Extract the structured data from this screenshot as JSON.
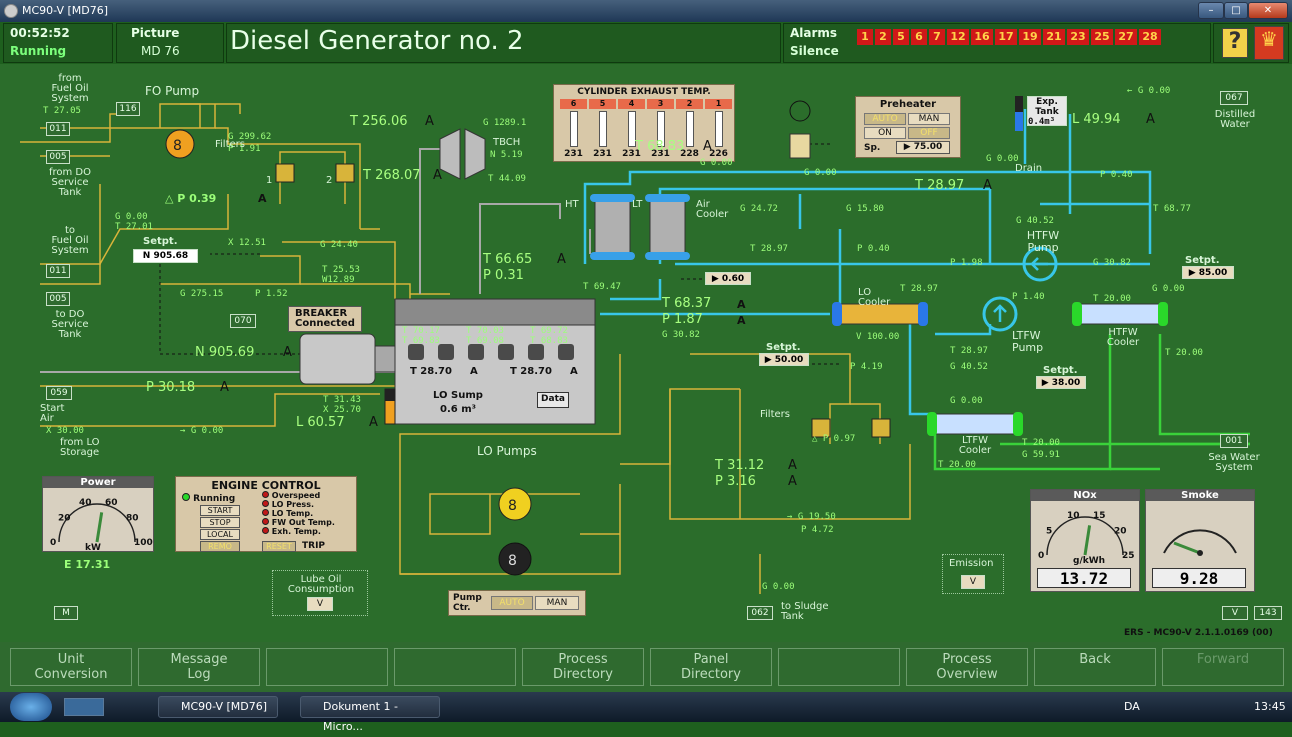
{
  "window": {
    "title": "MC90-V [MD76]"
  },
  "header": {
    "time": "00:52:52",
    "status": "Running",
    "picture_label": "Picture",
    "picture_id": "MD 76",
    "title": "Diesel Generator no. 2",
    "alarms_label": "Alarms",
    "silence_label": "Silence",
    "alarm_numbers": [
      "1",
      "2",
      "5",
      "6",
      "7",
      "12",
      "16",
      "17",
      "19",
      "21",
      "23",
      "25",
      "27",
      "28"
    ]
  },
  "fuel": {
    "from_fuel_oil": "from\nFuel Oil\nSystem",
    "t_fuel_in": "T 27.05",
    "box_011a": "011",
    "box_116": "116",
    "box_005a": "005",
    "from_do": "from DO\nService\nTank",
    "fo_pump_label": "FO Pump",
    "g_fo": "G 299.62",
    "p_fo": "P 1.91",
    "filters_label": "Filters",
    "dp_filters": "△ P 0.39",
    "dp_unit": "A",
    "g_return": "G 0.00",
    "t_return": "T 27.01",
    "to_fuel_oil": "to\nFuel Oil\nSystem",
    "box_011b": "011",
    "box_005b": "005",
    "to_do": "to DO\nService\nTank",
    "setpt_label": "Setpt.",
    "setpt_n": "N 905.68",
    "x_rack": "X 12.51",
    "g_inj": "G 24.40",
    "t_inj": "T 25.53",
    "w_inj": "W12.89",
    "g_rec": "G 275.15",
    "p_rec": "P 1.52",
    "filter1": "1",
    "filter2": "2"
  },
  "turbo": {
    "t_in": "T 256.06",
    "a1": "A",
    "t_after": "T 268.07",
    "a2": "A",
    "g_tbch": "G 1289.1",
    "tbch": "TBCH",
    "n_tbch": "N 5.19",
    "t_44": "T 44.09"
  },
  "exhaust": {
    "title": "CYLINDER EXHAUST TEMP.",
    "cyl_numbers": [
      "6",
      "5",
      "4",
      "3",
      "2",
      "1"
    ],
    "temps": [
      "231",
      "231",
      "231",
      "231",
      "228",
      "226"
    ]
  },
  "preheater": {
    "title": "Preheater",
    "auto": "AUTO",
    "man": "MAN",
    "on": "ON",
    "off": "OFF",
    "sp_label": "Sp.",
    "sp_value": "▶ 75.00",
    "g_pre": "G 0.00"
  },
  "exp_tank": {
    "title": "Exp.\nTank",
    "vol": "0.4m³",
    "level": "L 49.94",
    "unit": "A",
    "g_drain": "G 0.00",
    "g_top": "← G 0.00",
    "drain": "Drain",
    "box_067": "067",
    "distilled": "Distilled\nWater",
    "p_040": "P 0.40"
  },
  "cooling": {
    "t_6883": "T 68.83",
    "a": "A",
    "g_000": "G 0.00",
    "t_2897": "T 28.97",
    "a2": "A",
    "ht_label": "HT",
    "lt_label": "LT",
    "air_cooler": "Air\nCooler",
    "g_2472": "G 24.72",
    "g_1580": "G 15.80",
    "g_4052": "G 40.52",
    "t_6877": "T 68.77",
    "t_2897b": "T 28.97",
    "p_040": "P 0.40",
    "p_198": "P 1.98",
    "htfw_pump": "HTFW\nPump",
    "g_3082": "G 30.82",
    "setpt_label": "Setpt.",
    "setpt_ht": "▶ 85.00",
    "g_ht0": "G 0.00",
    "t_6665": "T 66.65",
    "a3": "A",
    "p_031": "P 0.31",
    "box_060": "▶ 0.60",
    "t_6947": "T 69.47",
    "t_6837": "T 68.37",
    "a4": "A",
    "p_187": "P 1.87",
    "a5": "A",
    "g_3082b": "G 30.82",
    "lo_cooler": "LO\nCooler",
    "t_2897c": "T 28.97",
    "p_140": "P 1.40",
    "t_2000": "T 20.00",
    "htfw_cooler": "HTFW\nCooler",
    "t_2000b": "T 20.00",
    "v_10000": "V 100.00",
    "setpt_lo_label": "Setpt.",
    "setpt_lo": "▶ 50.00",
    "p_419": "P 4.19",
    "ltfw_pump": "LTFW\nPump",
    "t_2897d": "T 28.97",
    "g_4052b": "G 40.52",
    "setpt_lt_label": "Setpt.",
    "setpt_lt": "▶ 38.00",
    "filters": "Filters",
    "dp_097": "△ P 0.97",
    "g_000c": "G 0.00",
    "ltfw_cooler": "LTFW\nCooler",
    "t_2000c": "T 20.00",
    "g_5991": "G 59.91",
    "t_2000d": "T 20.00",
    "box_001": "001",
    "sea_water": "Sea Water\nSystem"
  },
  "engine": {
    "breaker_label": "BREAKER",
    "breaker_state": "Connected",
    "box_070": "070",
    "n_speed": "N 905.69",
    "a": "A",
    "cyl_t": [
      "T 70.17",
      "T 70.03",
      "T 69.72"
    ],
    "cyl_p": [
      "T 69.83",
      "T 69.08",
      "T 68.83"
    ],
    "t_2870a": "T 28.70",
    "a1": "A",
    "t_2870b": "T 28.70",
    "a2": "A",
    "lo_sump": "LO Sump",
    "sump_vol": "0.6 m³",
    "data_btn": "Data",
    "box_059": "059",
    "p_air": "P 30.18",
    "a3": "A",
    "start_air": "Start\nAir",
    "x_3000": "X 30.00",
    "g_000": "→ G 0.00",
    "from_lo": "from LO\nStorage",
    "t_3143": "T 31.43",
    "x_2570": "X 25.70",
    "l_6057": "L 60.57",
    "a4": "A"
  },
  "lo_pumps": {
    "title": "LO Pumps",
    "t_3112": "T 31.12",
    "a": "A",
    "p_316": "P 3.16",
    "a2": "A",
    "g_1950": "→ G 19.50",
    "p_472": "P 4.72",
    "g_000": "G 0.00",
    "box_062": "062",
    "sludge": "to Sludge\nTank",
    "pump_ctr": "Pump\nCtr.",
    "auto": "AUTO",
    "man": "MAN"
  },
  "power": {
    "title": "Power",
    "ticks": [
      "0",
      "20",
      "40",
      "60",
      "80",
      "100"
    ],
    "unit": "kW",
    "level_percent": 55,
    "e_value": "E 17.31"
  },
  "engine_control": {
    "title": "ENGINE CONTROL",
    "running": "Running",
    "start": "START",
    "stop": "STOP",
    "local": "LOCAL",
    "remo": "REMO",
    "trips": [
      "Overspeed",
      "LO Press.",
      "LO Temp.",
      "FW Out Temp.",
      "Exh. Temp."
    ],
    "reset": "RESET",
    "trip": "TRIP"
  },
  "lube": {
    "label": "Lube Oil\nConsumption",
    "btn": "V"
  },
  "emission": {
    "label": "Emission",
    "btn": "V"
  },
  "nox": {
    "title": "NOx",
    "ticks": [
      "0",
      "5",
      "10",
      "15",
      "20",
      "25"
    ],
    "unit": "g/kWh",
    "value": "13.72"
  },
  "smoke": {
    "title": "Smoke",
    "value": "9.28"
  },
  "misc": {
    "m_btn": "M",
    "v_btn": "V",
    "box_143": "143",
    "version": "ERS - MC90-V 2.1.1.0169 (00)"
  },
  "bottom": [
    "Unit\nConversion",
    "Message\nLog",
    "",
    "",
    "Process\nDirectory",
    "Panel\nDirectory",
    "",
    "Process\nOverview",
    "Back",
    "Forward"
  ],
  "taskbar": {
    "task1": "MC90-V [MD76]",
    "task2": "Dokument 1 - Micro...",
    "lang": "DA",
    "clock": "13:45"
  }
}
